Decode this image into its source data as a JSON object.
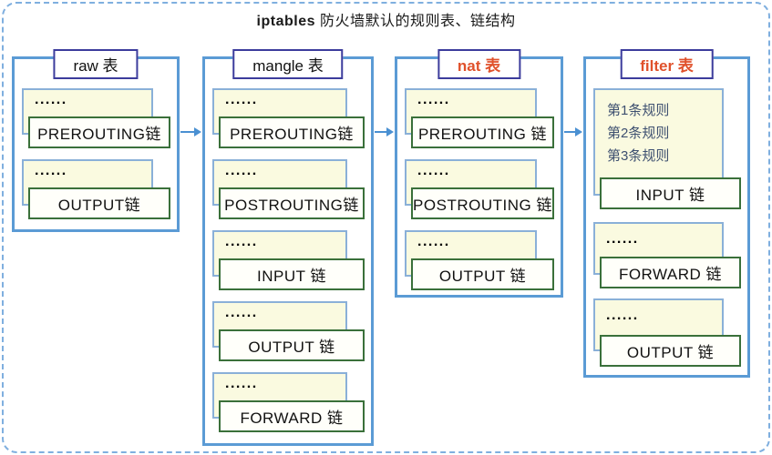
{
  "title": {
    "brand": "iptables",
    "text": " 防火墙默认的规则表、链结构"
  },
  "colors": {
    "outer_dash": "#7fafdf",
    "container_border": "#5b9bd5",
    "card_fill": "#fafae0",
    "card_border": "#8ab0d8",
    "chain_border": "#3a703a",
    "header_border": "#3c3c9c",
    "accent_text": "#e0512b",
    "rule_text": "#3e5070",
    "arrow": "#4a90d2"
  },
  "tables": [
    {
      "name": "raw",
      "label": "raw 表",
      "groups": [
        {
          "dots": "......",
          "chain": "PREROUTING链"
        },
        {
          "dots": "......",
          "chain": "OUTPUT链"
        }
      ]
    },
    {
      "name": "mangle",
      "label": "mangle 表",
      "groups": [
        {
          "dots": "......",
          "chain": "PREROUTING链"
        },
        {
          "dots": "......",
          "chain": "POSTROUTING链"
        },
        {
          "dots": "......",
          "chain": "INPUT 链"
        },
        {
          "dots": "......",
          "chain": "OUTPUT 链"
        },
        {
          "dots": "......",
          "chain": "FORWARD 链"
        }
      ]
    },
    {
      "name": "nat",
      "label": "nat 表",
      "groups": [
        {
          "dots": "......",
          "chain": "PREROUTING 链"
        },
        {
          "dots": "......",
          "chain": "POSTROUTING 链"
        },
        {
          "dots": "......",
          "chain": "OUTPUT 链"
        }
      ]
    },
    {
      "name": "filter",
      "label": "filter 表",
      "rules": [
        "第1条规则",
        "第2条规则",
        "第3条规则"
      ],
      "groups": [
        {
          "dots": "......",
          "chain": "INPUT 链"
        },
        {
          "dots": "......",
          "chain": "FORWARD 链"
        },
        {
          "dots": "......",
          "chain": "OUTPUT 链"
        }
      ]
    }
  ]
}
